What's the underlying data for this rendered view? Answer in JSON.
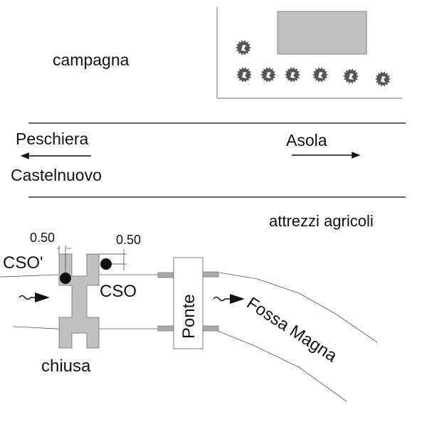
{
  "labels": {
    "campagna": "campagna",
    "peschiera": "Peschiera",
    "castelnuovo": "Castelnuovo",
    "asola": "Asola",
    "attrezzi": "attrezzi agricoli",
    "dim_left": "0.50",
    "dim_right": "0.50",
    "cso_prime": "CSO'",
    "cso": "CSO",
    "chiusa": "chiusa",
    "ponte": "Ponte",
    "fossa_magna": "Fossa Magna"
  },
  "colors": {
    "structure_fill": "#c0c0c0",
    "structure_stroke": "#808080",
    "tree": "#555555",
    "line": "#333333",
    "water_line": "#555555"
  }
}
